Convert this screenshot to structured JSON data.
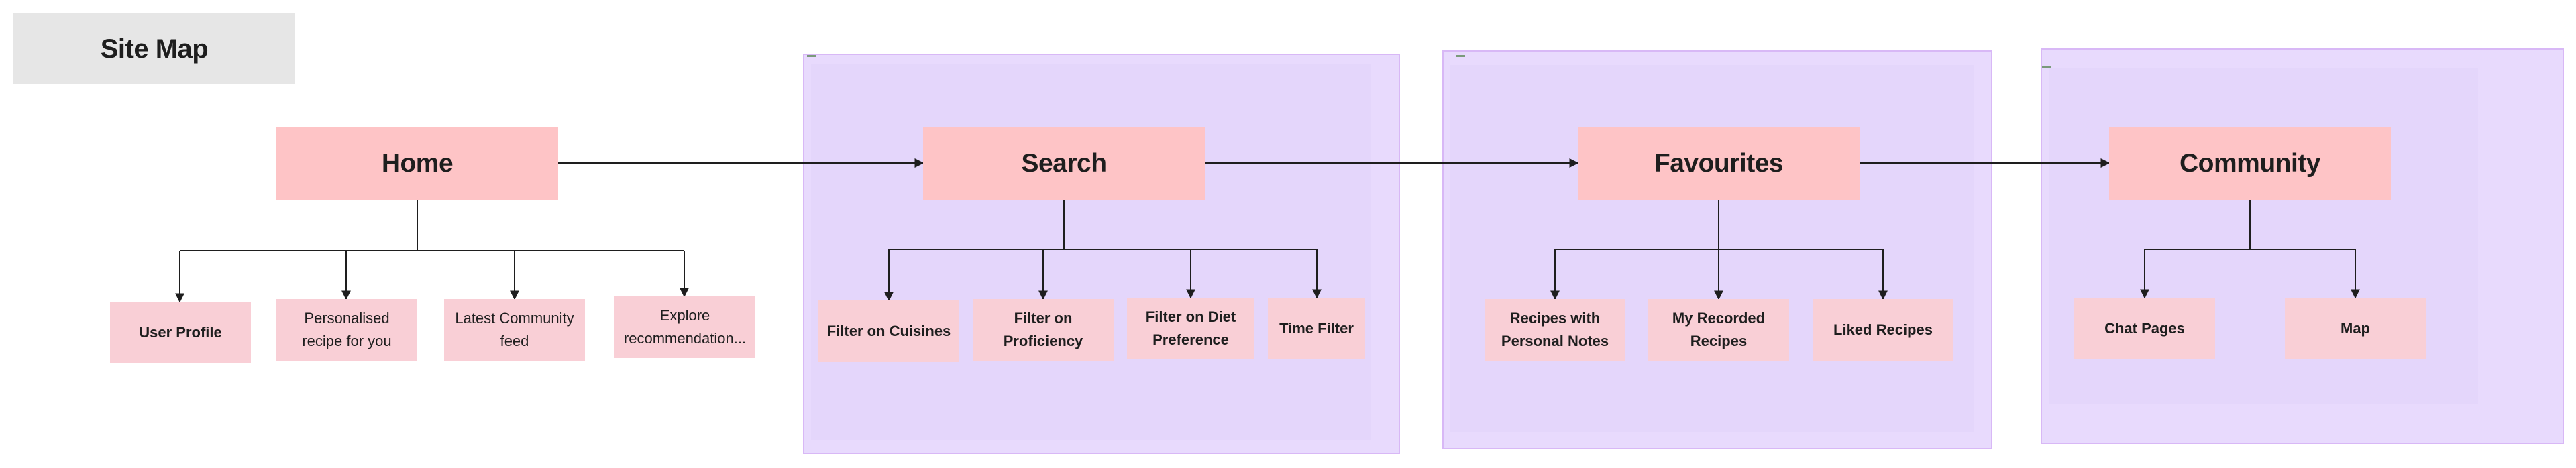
{
  "title": "Site Map",
  "main_nodes": {
    "home": "Home",
    "search": "Search",
    "favourites": "Favourites",
    "community": "Community"
  },
  "home_children": [
    "User Profile",
    "Personalised recipe for you",
    "Latest Community feed",
    "Explore recommendation..."
  ],
  "search_children": [
    "Filter on Cuisines",
    "Filter on Proficiency",
    "Filter on Diet Preference",
    "Time Filter"
  ],
  "favourites_children": [
    "Recipes with Personal Notes",
    "My Recorded Recipes",
    "Liked Recipes"
  ],
  "community_children": [
    "Chat Pages",
    "Map"
  ],
  "colors": {
    "main_node": "#fec4c6",
    "sub_node": "#f9cfd6",
    "section": "#e8dafd",
    "section_border": "#d8b8f6",
    "title_box": "#e6e6e6",
    "connector": "#1e1e1e"
  }
}
